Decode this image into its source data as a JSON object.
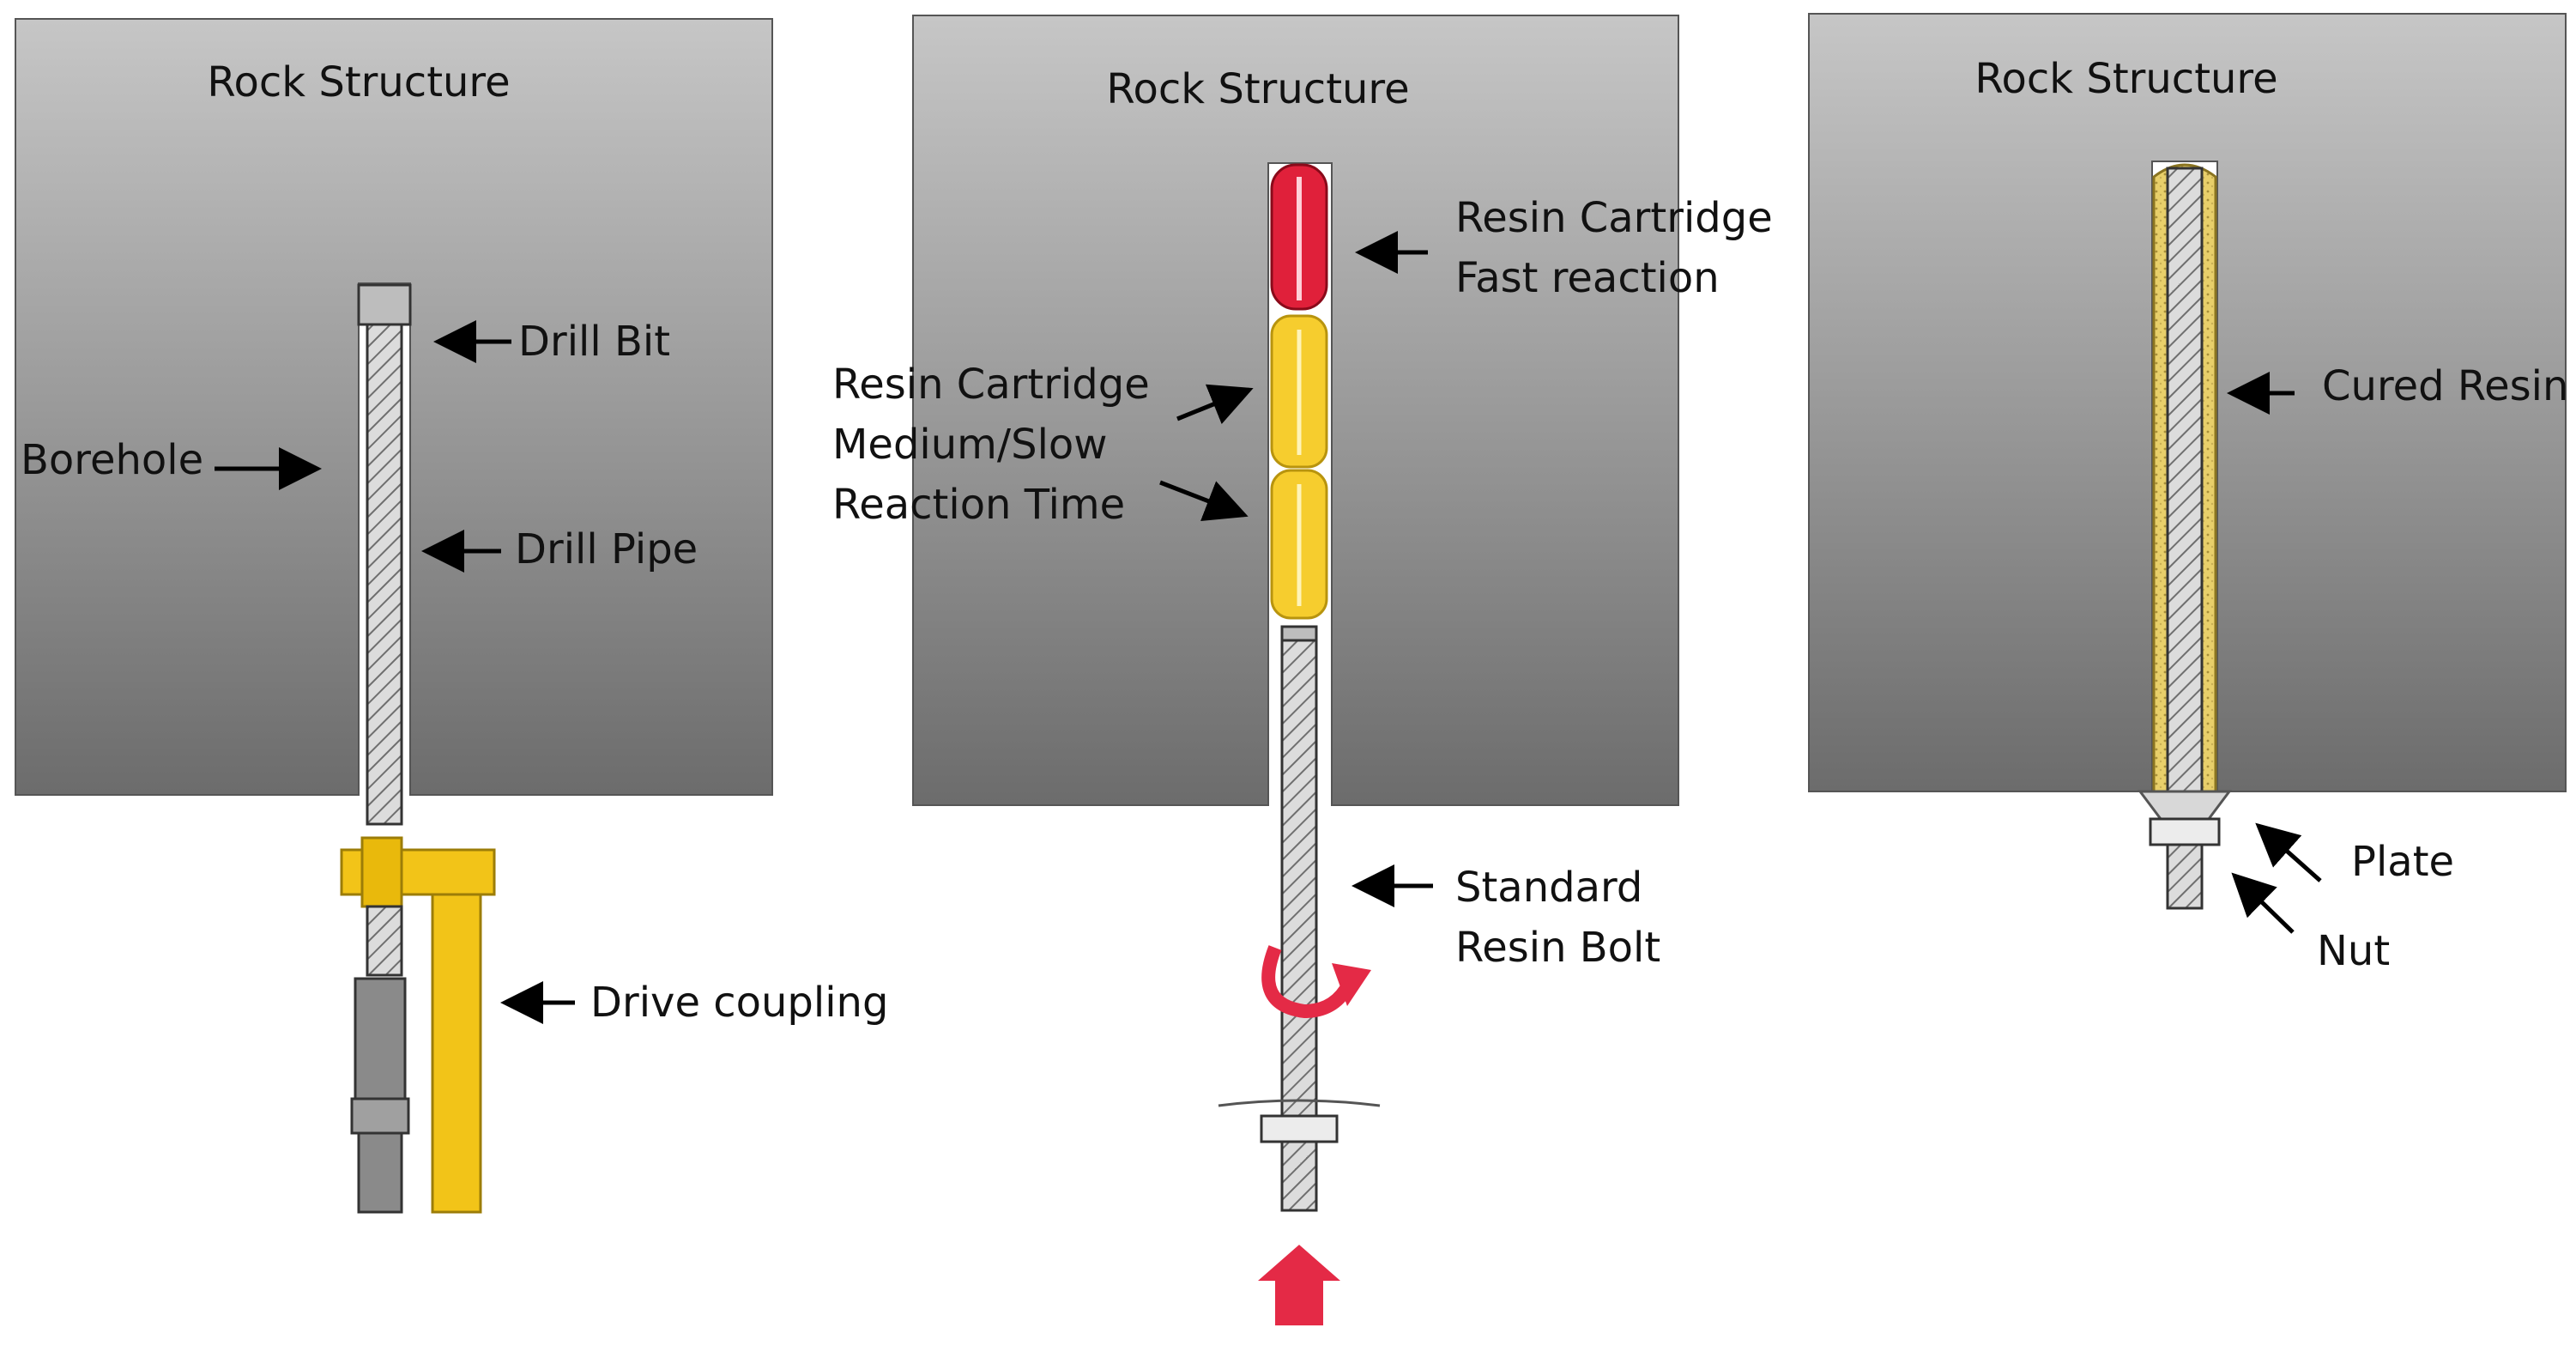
{
  "panels": [
    {
      "title": "Rock Structure",
      "labels": {
        "drill_bit": "Drill Bit",
        "borehole": "Borehole",
        "drill_pipe": "Drill Pipe",
        "drive_coupling": "Drive coupling"
      }
    },
    {
      "title": "Rock Structure",
      "labels": {
        "fast_cartridge_line1": "Resin Cartridge",
        "fast_cartridge_line2": "Fast reaction",
        "slow_cartridge_line1": "Resin Cartridge",
        "slow_cartridge_line2": "Medium/Slow",
        "slow_cartridge_line3": "Reaction Time",
        "bolt_line1": "Standard",
        "bolt_line2": "Resin Bolt"
      }
    },
    {
      "title": "Rock Structure",
      "labels": {
        "cured_resin": "Cured Resin",
        "plate": "Plate",
        "nut": "Nut"
      }
    }
  ],
  "colors": {
    "rock_light": "#c4c4c4",
    "rock_dark": "#6e6e6e",
    "coupling_yellow": "#f2c418",
    "resin_fast": "#e0203a",
    "resin_slow": "#f6cd2e",
    "push_arrow": "#e42a46"
  }
}
